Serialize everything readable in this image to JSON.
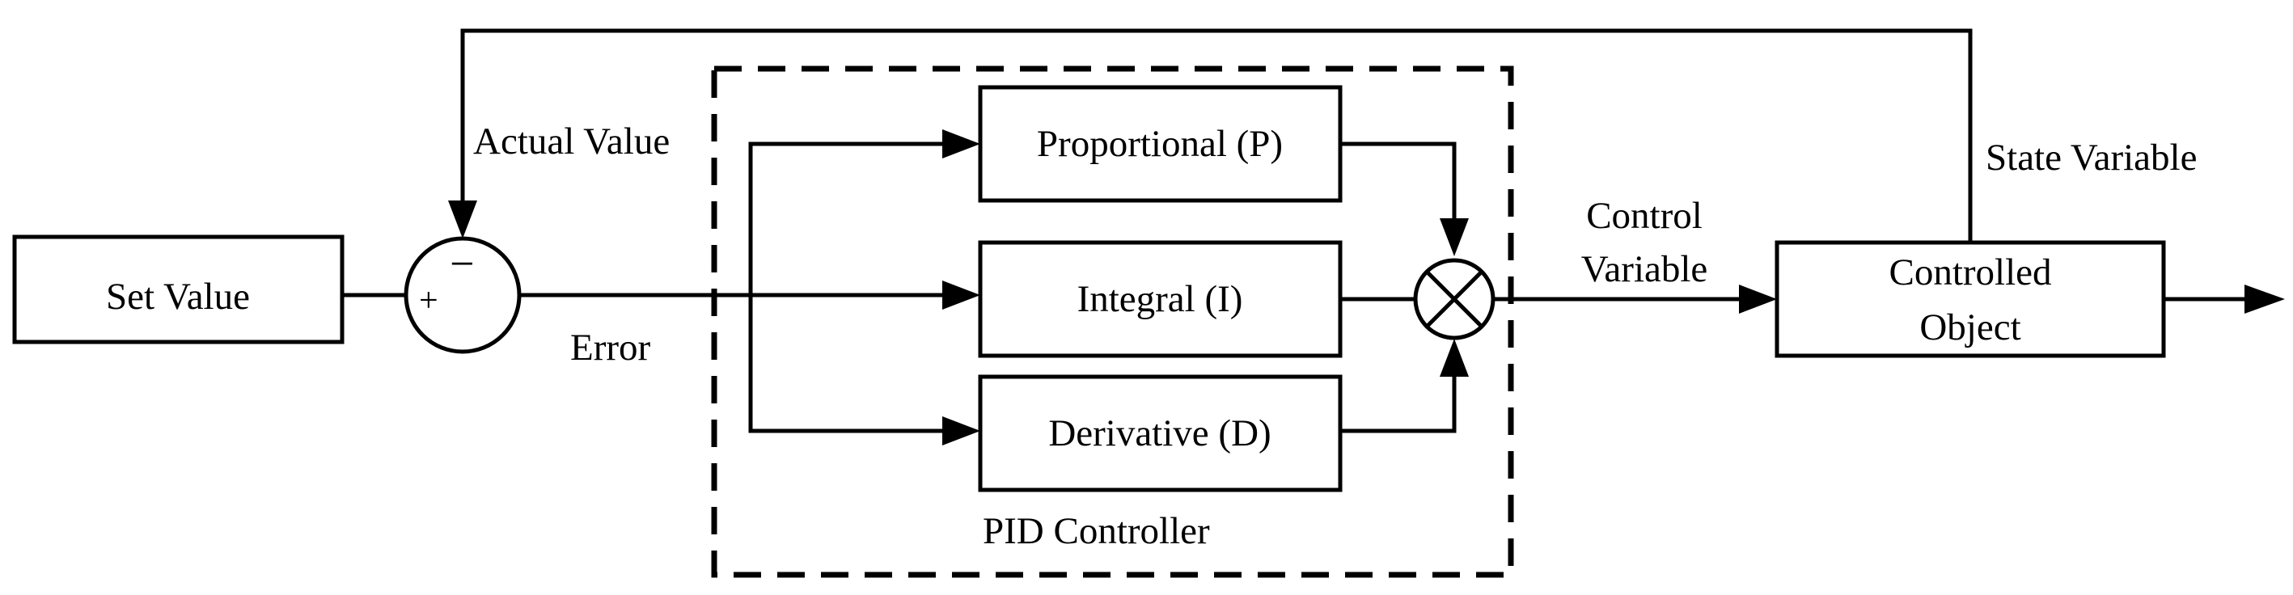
{
  "blocks": {
    "set_value": "Set Value",
    "proportional": "Proportional (P)",
    "integral": "Integral (I)",
    "derivative": "Derivative (D)",
    "controlled_object": [
      "Controlled",
      "Object"
    ]
  },
  "signals": {
    "actual_value": "Actual Value",
    "error": "Error",
    "control_variable": [
      "Control",
      "Variable"
    ],
    "state_variable": "State Variable"
  },
  "controller": {
    "label": "PID Controller"
  },
  "summing_junction": {
    "plus": "+",
    "minus": "−"
  }
}
